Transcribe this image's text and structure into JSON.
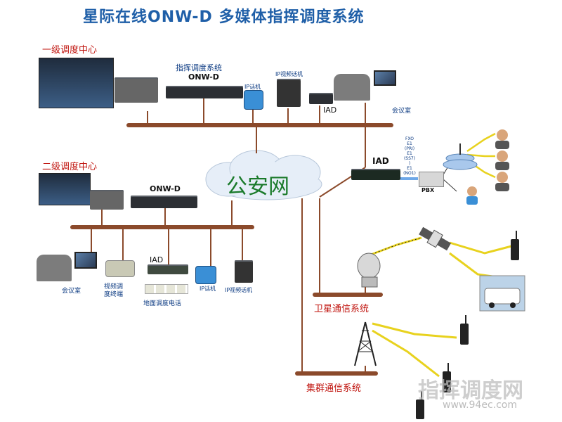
{
  "title": "星际在线ONW-D 多媒体指挥调度系统",
  "level1": {
    "center_label": "一级调度中心",
    "system_label_line1": "指挥调度系统",
    "system_label_line2": "ONW-D",
    "ip_phone_label": "IP话机",
    "ip_videophone_label": "IP视频话机",
    "iad_label": "IAD",
    "meeting_room_label": "会议室"
  },
  "level2": {
    "center_label": "二级调度中心",
    "onw_label": "ONW-D",
    "meeting_room_label": "会议室",
    "video_terminal_line1": "视频调",
    "video_terminal_line2": "度终端",
    "iad_label": "IAD",
    "ground_phone_label": "地面调度电话",
    "ip_phone_label": "IP话机",
    "ip_videophone_label": "IP视频话机"
  },
  "network": {
    "cloud_label": "公安网"
  },
  "right_iad": {
    "iad_label": "IAD",
    "pbx_label": "PBX",
    "interfaces": [
      "FXO",
      "E1",
      "(PRI)",
      "E1",
      "(SS7)",
      ")",
      "E1",
      "(NO1)"
    ]
  },
  "satellite": {
    "label": "卫星通信系统"
  },
  "trunking": {
    "label": "集群通信系统"
  },
  "watermark": {
    "main": "指挥调度网",
    "url": "www.94ec.com"
  },
  "colors": {
    "bus": "#8b4a2b",
    "title": "#1f5fa8",
    "label_red": "#c0140e",
    "cloud_text": "#1a7a2a"
  }
}
